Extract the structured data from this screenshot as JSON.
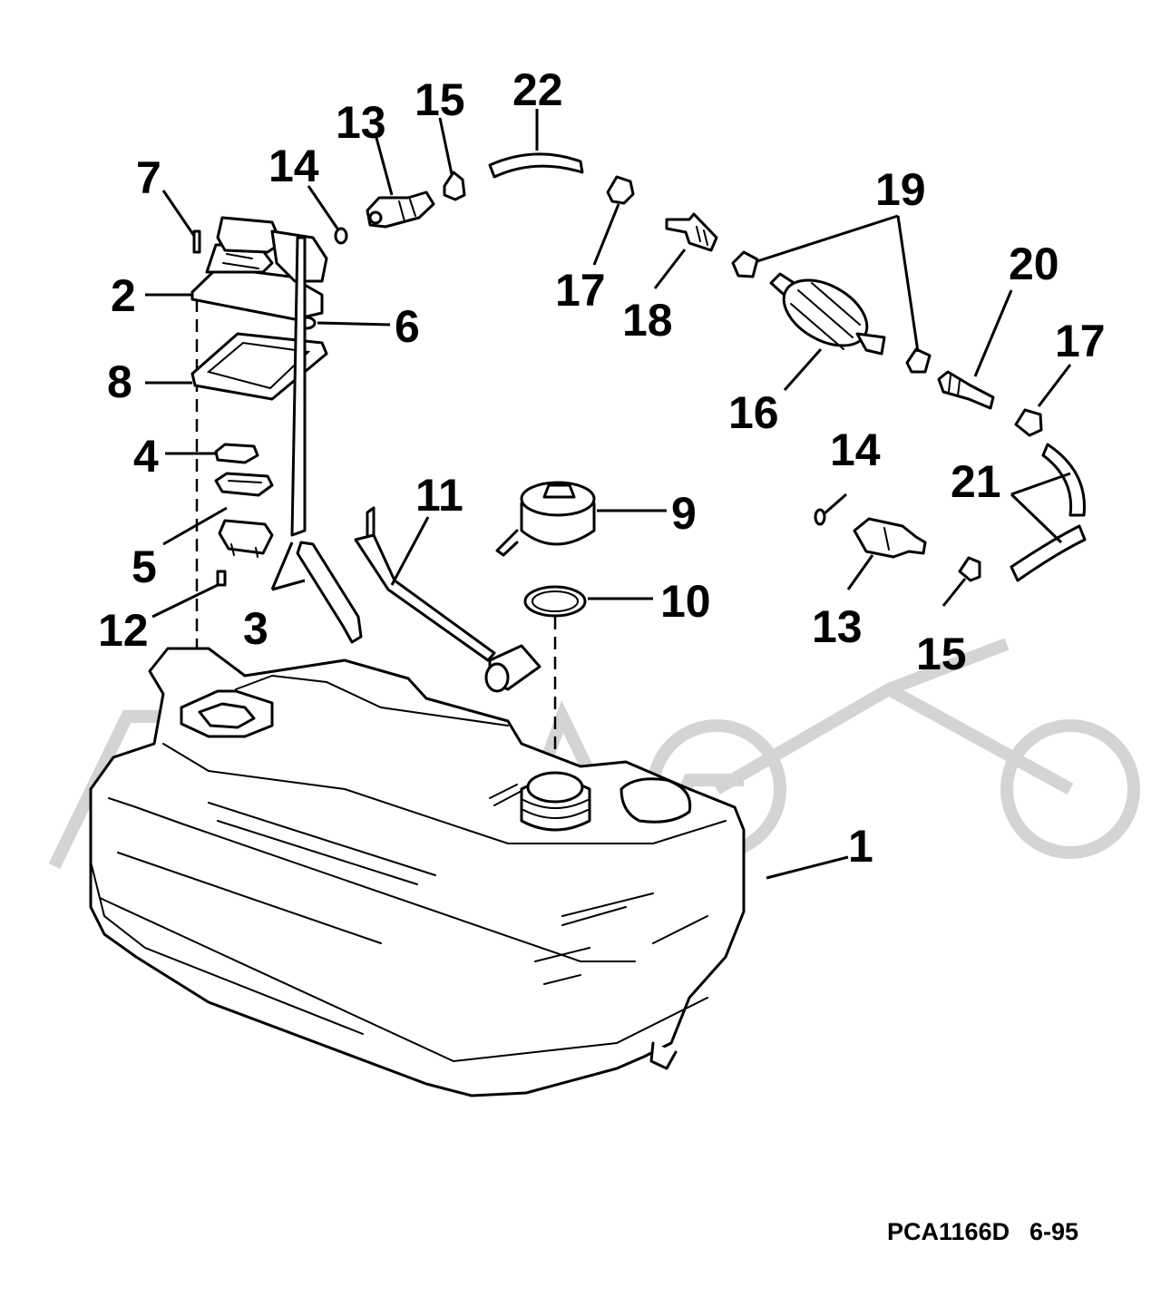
{
  "diagram": {
    "part_numbers": [
      "1",
      "2",
      "3",
      "4",
      "5",
      "6",
      "7",
      "8",
      "9",
      "10",
      "11",
      "12",
      "13",
      "14",
      "15",
      "16",
      "17",
      "18",
      "19",
      "20",
      "21",
      "22"
    ],
    "labels": {
      "l1": "1",
      "l2": "2",
      "l3": "3",
      "l4": "4",
      "l5": "5",
      "l6": "6",
      "l7": "7",
      "l8": "8",
      "l9": "9",
      "l10": "10",
      "l11": "11",
      "l12": "12",
      "l13a": "13",
      "l13b": "13",
      "l14a": "14",
      "l14b": "14",
      "l15a": "15",
      "l15b": "15",
      "l16": "16",
      "l17a": "17",
      "l17b": "17",
      "l18": "18",
      "l19": "19",
      "l20": "20",
      "l21": "21",
      "l22": "22"
    },
    "drawing_code": "PCA1166D",
    "date_code": "6-95"
  },
  "colors": {
    "line": "#000000",
    "background": "#ffffff",
    "watermark": "#d4d4d4"
  }
}
